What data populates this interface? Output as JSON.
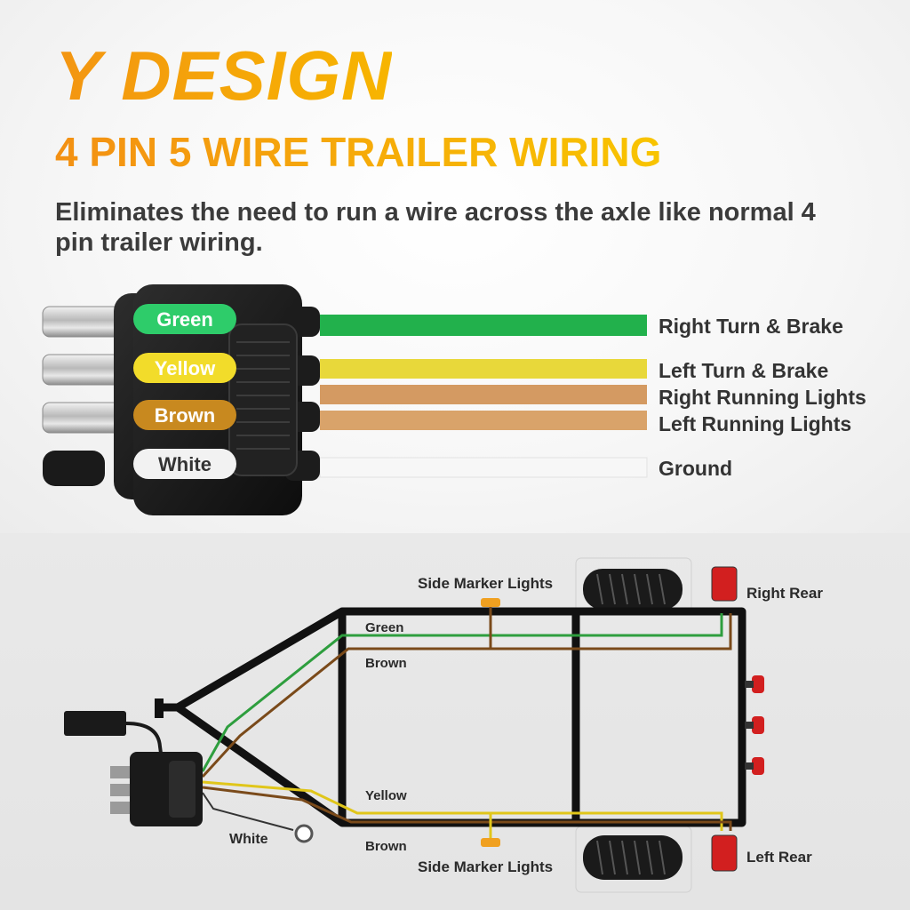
{
  "header": {
    "title": "Y DESIGN",
    "subtitle": "4 PIN 5 WIRE TRAILER WIRING",
    "description": "Eliminates the need to run a wire across the axle like normal 4 pin trailer wiring."
  },
  "connector": {
    "pins": [
      {
        "label": "Green",
        "color": "#2ecc6a",
        "text_color": "#ffffff"
      },
      {
        "label": "Yellow",
        "color": "#f2dc2a",
        "text_color": "#ffffff"
      },
      {
        "label": "Brown",
        "color": "#c8891f",
        "text_color": "#ffffff"
      },
      {
        "label": "White",
        "color": "#f2f2f2",
        "text_color": "#333333"
      }
    ]
  },
  "wires": [
    {
      "label": "Right Turn & Brake",
      "color": "#22b14c"
    },
    {
      "label": "Left Turn & Brake",
      "color": "#e8d83a"
    },
    {
      "label": "Right Running Lights",
      "color": "#d49a62"
    },
    {
      "label": "Left Running Lights",
      "color": "#d9a36a"
    },
    {
      "label": "Ground",
      "color": "#f4f4f4"
    }
  ],
  "diagram": {
    "side_marker_top": "Side Marker Lights",
    "side_marker_bottom": "Side Marker Lights",
    "right_rear": "Right Rear",
    "left_rear": "Left Rear",
    "wire_green": "Green",
    "wire_brown_top": "Brown",
    "wire_yellow": "Yellow",
    "wire_brown_bottom": "Brown",
    "wire_white": "White",
    "colors": {
      "frame": "#111111",
      "green": "#2e9e3e",
      "brown": "#7a4a1a",
      "yellow": "#e0c61a",
      "lamp": "#d21f1f",
      "marker": "#f0a020"
    }
  }
}
